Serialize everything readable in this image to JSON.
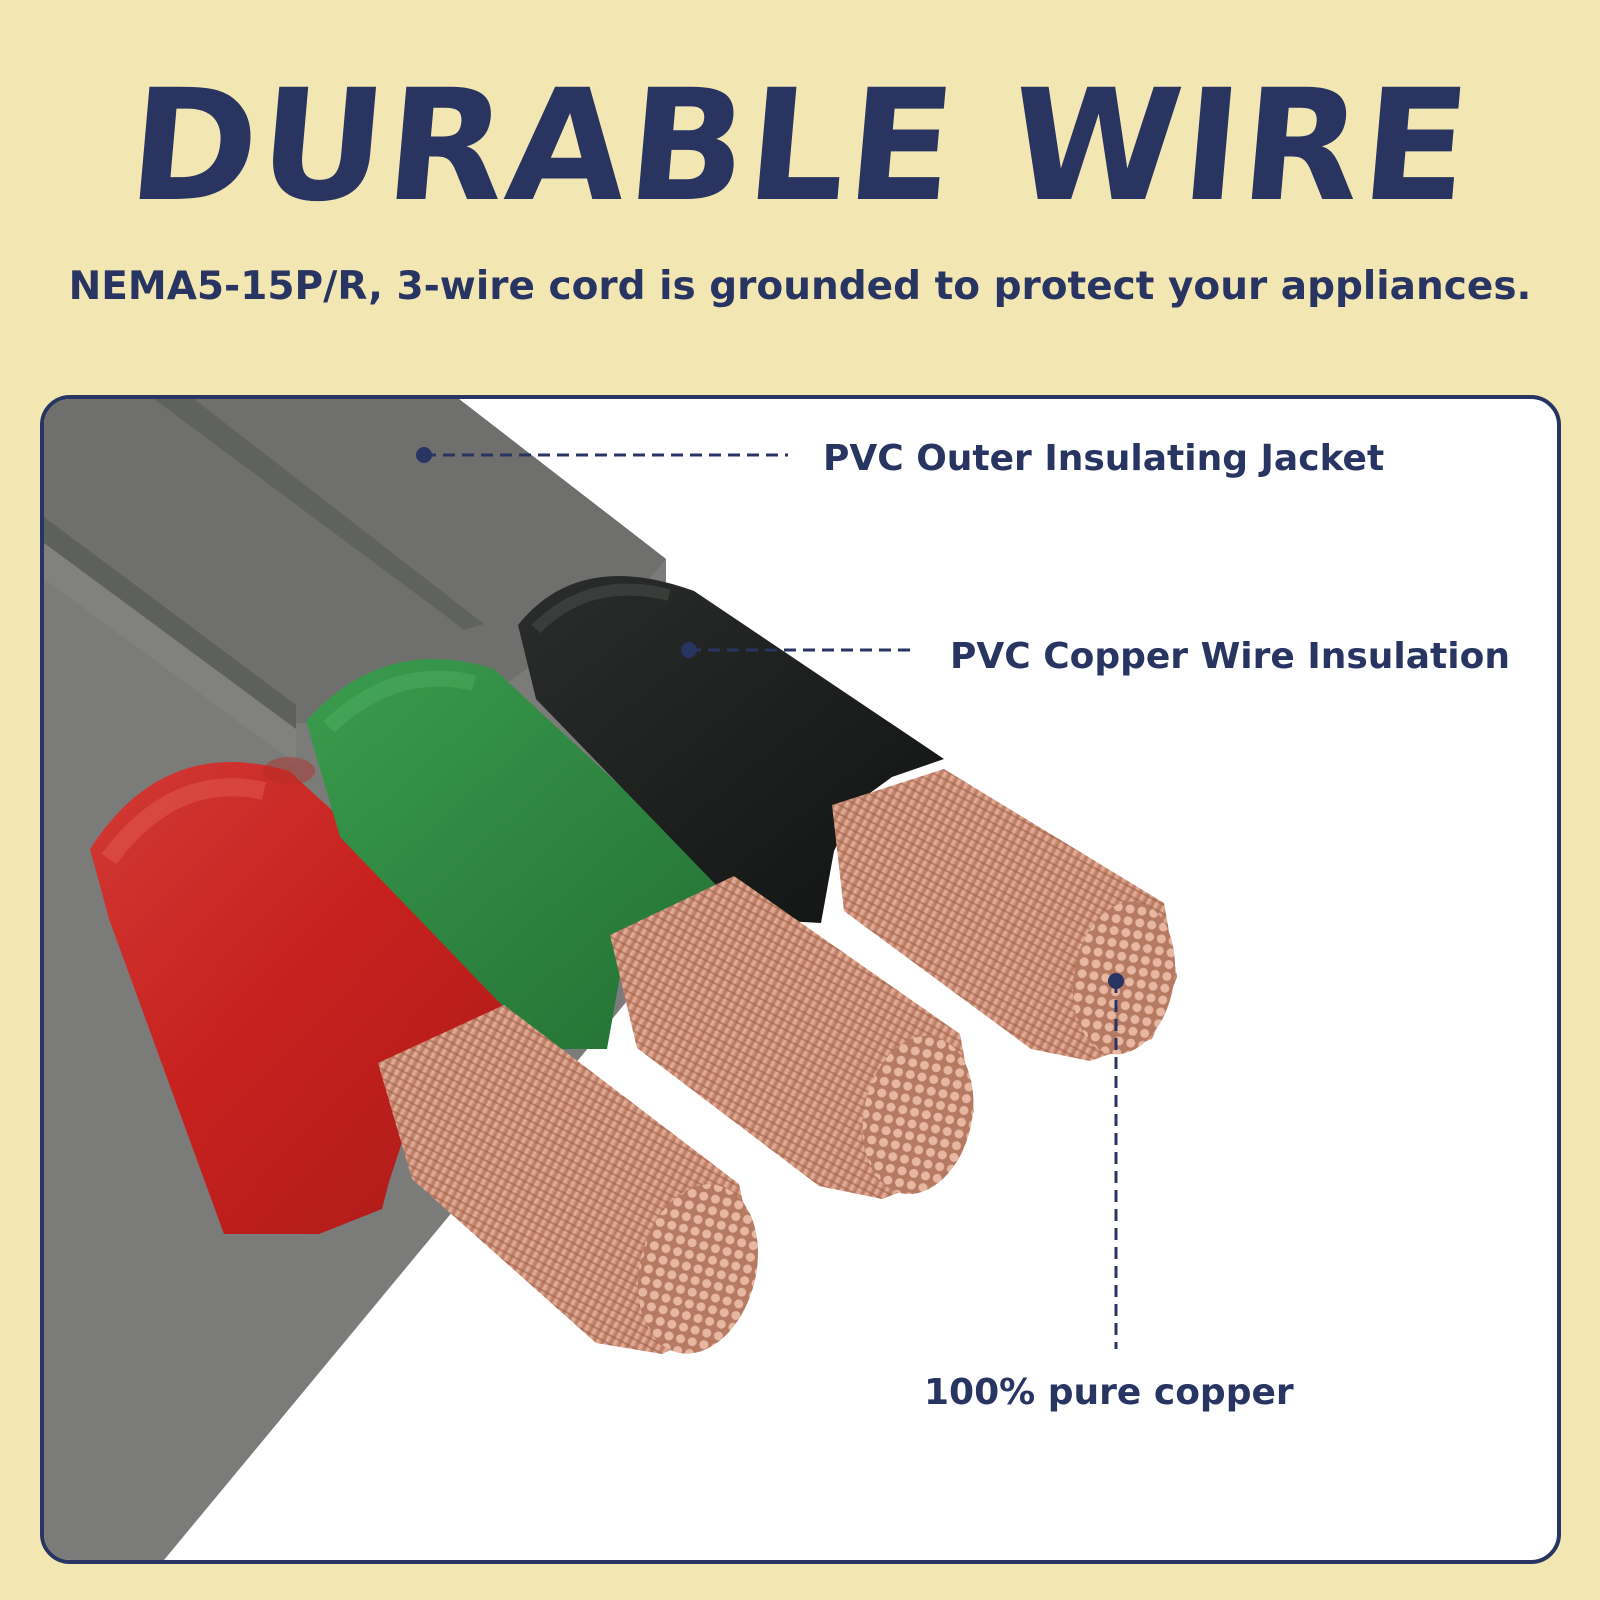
{
  "heading": {
    "title": "DURABLE WIRE",
    "subtitle": "NEMA5-15P/R, 3-wire cord is grounded to protect your appliances."
  },
  "callouts": {
    "outer_jacket": "PVC Outer Insulating Jacket",
    "wire_insulation": "PVC Copper Wire Insulation",
    "copper": "100% pure copper"
  },
  "colors": {
    "background": "#f2e7b3",
    "accent": "#283461",
    "jacket": "#7a7b78",
    "wire_red": "#c92a26",
    "wire_green": "#2f8a3f",
    "wire_black": "#1d1f1e",
    "copper": "#d59a82"
  }
}
